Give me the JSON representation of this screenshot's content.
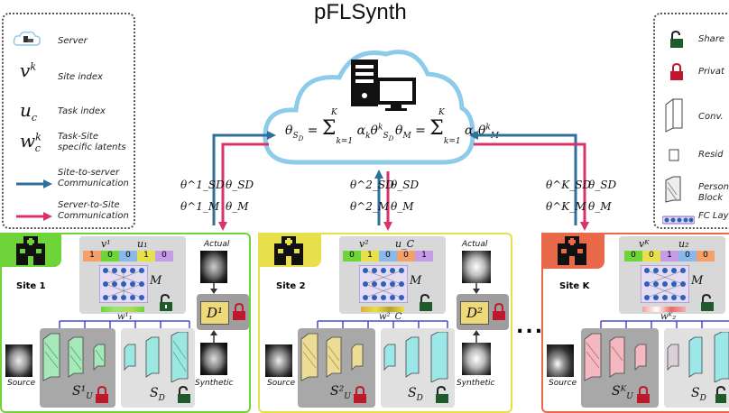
{
  "title": "pFLSynth",
  "server": {
    "formula_s": "θ_SD = Σ_{k=1}^{K} α_k θ^k_SD",
    "formula_m": "θ_M = Σ_{k=1}^{K} α_k θ^k_M"
  },
  "legend_left": [
    {
      "icon": "server-icon",
      "label": "Server"
    },
    {
      "icon": "v^k",
      "label": "Site index"
    },
    {
      "icon": "u_c",
      "label": "Task index"
    },
    {
      "icon": "w^k_c",
      "label": "Task-Site specific latents"
    },
    {
      "icon": "blue-arrow",
      "label": "Site-to-server Communication"
    },
    {
      "icon": "pink-arrow",
      "label": "Server-to-Site Communication"
    }
  ],
  "legend_right": [
    {
      "icon": "open-lock-icon",
      "label": "Share"
    },
    {
      "icon": "closed-lock-icon",
      "label": "Privat"
    },
    {
      "icon": "conv-block-icon",
      "label": "Conv."
    },
    {
      "icon": "residual-block-icon",
      "label": "Resid"
    },
    {
      "icon": "personalized-block-icon",
      "label": "Person Block"
    },
    {
      "icon": "fc-layer-icon",
      "label": "FC Lay"
    }
  ],
  "arrows": {
    "site1": {
      "up": "θ^1_SD",
      "up2": "θ^1_M",
      "down": "θ_SD",
      "down2": "θ_M"
    },
    "site2": {
      "up": "θ^2_SD",
      "up2": "θ^2_M",
      "down": "θ_SD",
      "down2": "θ_M"
    },
    "siteK": {
      "up": "θ^K_SD",
      "up2": "θ^K_M",
      "down": "θ_SD",
      "down2": "θ_M"
    }
  },
  "sites": [
    {
      "name": "Site 1",
      "v": "v¹",
      "u": "u₁",
      "bits": [
        "1",
        "0",
        "0",
        "1",
        "0"
      ],
      "w": "w¹₁",
      "D": "D¹",
      "S": "S¹",
      "S_sub": "U",
      "SD": "S",
      "SD_sub": "D",
      "actual": "Actual",
      "synthetic": "Synthetic",
      "source": "Source",
      "M": "M"
    },
    {
      "name": "Site 2",
      "v": "v²",
      "u": "u_C",
      "bits": [
        "0",
        "1",
        "0",
        "0",
        "1"
      ],
      "w": "w²_C",
      "D": "D²",
      "S": "S²",
      "S_sub": "U",
      "SD": "S",
      "SD_sub": "D",
      "actual": "Actual",
      "synthetic": "Synthetic",
      "source": "Source",
      "M": "M"
    },
    {
      "name": "Site K",
      "v": "vᴷ",
      "u": "u₂",
      "bits": [
        "0",
        "0",
        "1",
        "0",
        "0"
      ],
      "w": "wᴷ₂",
      "S": "Sᴷ",
      "S_sub": "U",
      "SD": "S",
      "SD_sub": "D",
      "source": "Source",
      "M": "M"
    }
  ],
  "ellipsis": "...",
  "colors": {
    "site1": "#6fd43a",
    "site2": "#e8e04a",
    "siteK": "#e86a4a",
    "blue_arrow": "#2f6f9a",
    "pink_arrow": "#d9336a",
    "cloud": "#8ccbea"
  }
}
